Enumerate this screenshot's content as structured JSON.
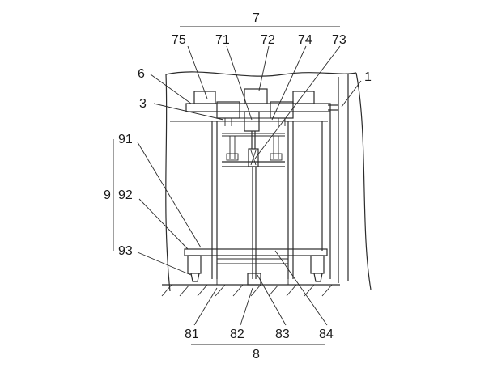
{
  "labels": {
    "l7": "7",
    "l75": "75",
    "l71": "71",
    "l72": "72",
    "l74": "74",
    "l73": "73",
    "l6": "6",
    "l1": "1",
    "l3": "3",
    "l91": "91",
    "l9": "9",
    "l92": "92",
    "l93": "93",
    "l81": "81",
    "l82": "82",
    "l83": "83",
    "l84": "84",
    "l8": "8"
  }
}
